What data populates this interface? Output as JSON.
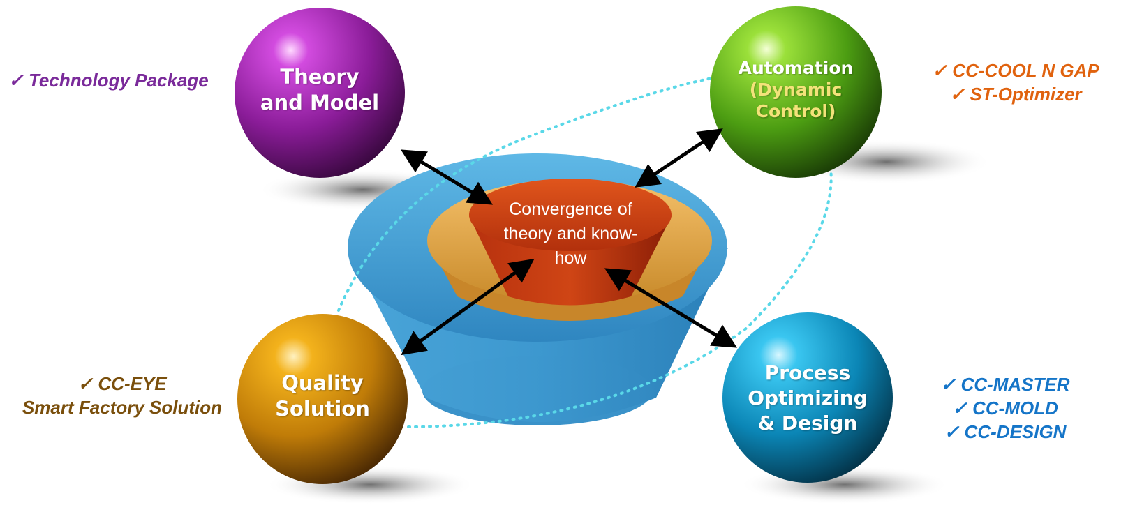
{
  "center": {
    "lines": [
      "Convergence of",
      "theory and know-",
      "how"
    ]
  },
  "spheres": {
    "theory": {
      "lines": [
        "Theory",
        "and Model"
      ],
      "color": "#8e1f9a"
    },
    "automation": {
      "lines": [
        "Automation",
        "(Dynamic",
        "Control)"
      ],
      "color": "#4fa615",
      "accent": "#f3e27a"
    },
    "quality": {
      "lines": [
        "Quality",
        "Solution"
      ],
      "color": "#d18f0a"
    },
    "process": {
      "lines": [
        "Process",
        "Optimizing",
        "& Design"
      ],
      "color": "#0a8fc0"
    }
  },
  "labels": {
    "theory": {
      "items": [
        "✓ Technology Package"
      ],
      "color": "#7a2a9a"
    },
    "automation": {
      "items": [
        "✓ CC-COOL N GAP",
        "✓ ST-Optimizer"
      ],
      "color": "#e0620e"
    },
    "quality": {
      "items": [
        "✓ CC-EYE",
        "Smart Factory Solution"
      ],
      "color": "#7a4f0c"
    },
    "process": {
      "items": [
        "✓ CC-MASTER",
        "✓ CC-MOLD",
        "✓ CC-DESIGN"
      ],
      "color": "#1575c8"
    }
  }
}
